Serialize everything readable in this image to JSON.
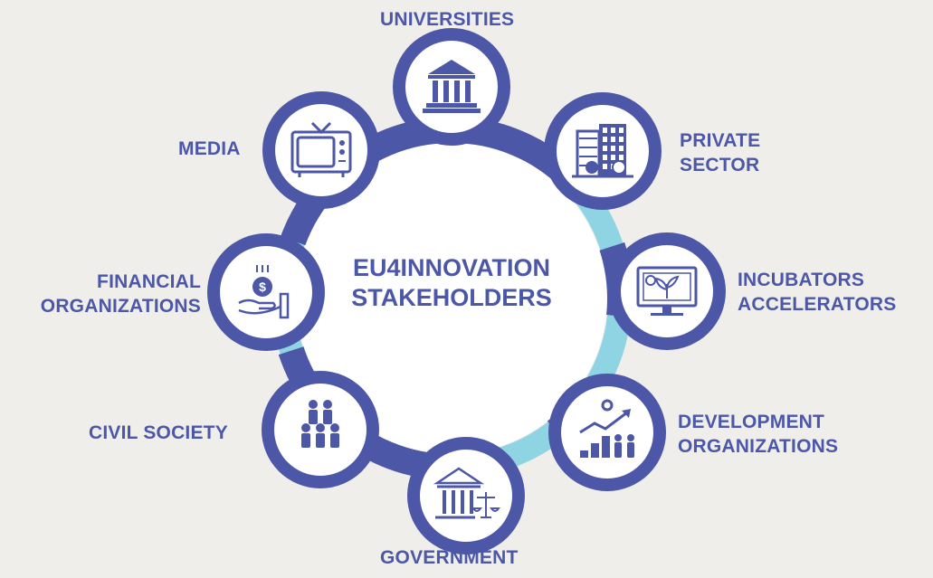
{
  "title": {
    "line1": "EU4INNOVATION",
    "line2": "STAKEHOLDERS"
  },
  "stakeholders": [
    {
      "id": "universities",
      "lines": [
        "UNIVERSITIES"
      ],
      "icon": "university-building-icon"
    },
    {
      "id": "private-sector",
      "lines": [
        "PRIVATE",
        "SECTOR"
      ],
      "icon": "office-buildings-icon"
    },
    {
      "id": "incubators",
      "lines": [
        "INCUBATORS",
        "ACCELERATORS"
      ],
      "icon": "plant-monitor-icon"
    },
    {
      "id": "development",
      "lines": [
        "DEVELOPMENT",
        "ORGANIZATIONS"
      ],
      "icon": "growth-chart-icon"
    },
    {
      "id": "government",
      "lines": [
        "GOVERNMENT"
      ],
      "icon": "courthouse-scales-icon"
    },
    {
      "id": "civil-society",
      "lines": [
        "CIVIL SOCIETY"
      ],
      "icon": "people-group-icon"
    },
    {
      "id": "financial",
      "lines": [
        "FINANCIAL",
        "ORGANIZATIONS"
      ],
      "icon": "hand-coin-icon"
    },
    {
      "id": "media",
      "lines": [
        "MEDIA"
      ],
      "icon": "television-icon"
    }
  ],
  "colors": {
    "ring_dark": "#4c57a8",
    "ring_light": "#8fd4e3",
    "background": "#efeeea",
    "circle_fill": "#ffffff",
    "text": "#4c57a8"
  }
}
